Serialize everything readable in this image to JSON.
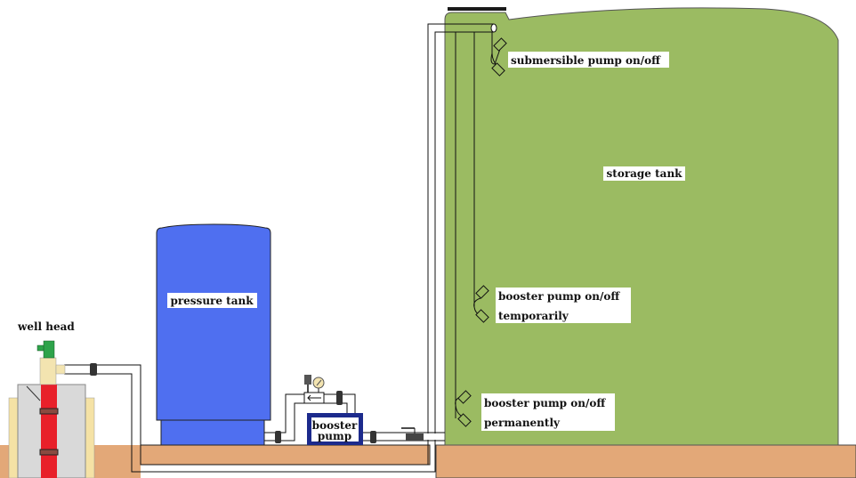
{
  "diagram": {
    "title": "Well water system with storage tank and booster pump",
    "colors": {
      "ground": "#e3a878",
      "storage_tank": "#9bbb62",
      "pressure_tank": "#4f6ff0",
      "well_casing": "#d9d9d9",
      "well_pipe": "#e8202a",
      "sand": "#f5e2a5",
      "fitting": "#f3e4b0",
      "valve": "#2ea34a",
      "booster_border": "#1c2a8c"
    },
    "labels": {
      "well_head": "well head",
      "pressure_tank": "pressure tank",
      "booster_pump_line1": "booster",
      "booster_pump_line2": "pump",
      "storage_tank": "storage tank",
      "float_submersible": "submersible pump on/off",
      "float_temp_line1": "booster pump on/off",
      "float_temp_line2": "temporarily",
      "float_perm_line1": "booster pump on/off",
      "float_perm_line2": "permanently"
    },
    "components": [
      {
        "id": "well-head",
        "name": "well head"
      },
      {
        "id": "pressure-tank",
        "name": "pressure tank"
      },
      {
        "id": "booster-pump",
        "name": "booster pump"
      },
      {
        "id": "storage-tank",
        "name": "storage tank"
      },
      {
        "id": "float-switch-submersible",
        "name": "submersible pump on/off"
      },
      {
        "id": "float-switch-booster-temporary",
        "name": "booster pump on/off temporarily"
      },
      {
        "id": "float-switch-booster-permanent",
        "name": "booster pump on/off permanently"
      }
    ]
  }
}
